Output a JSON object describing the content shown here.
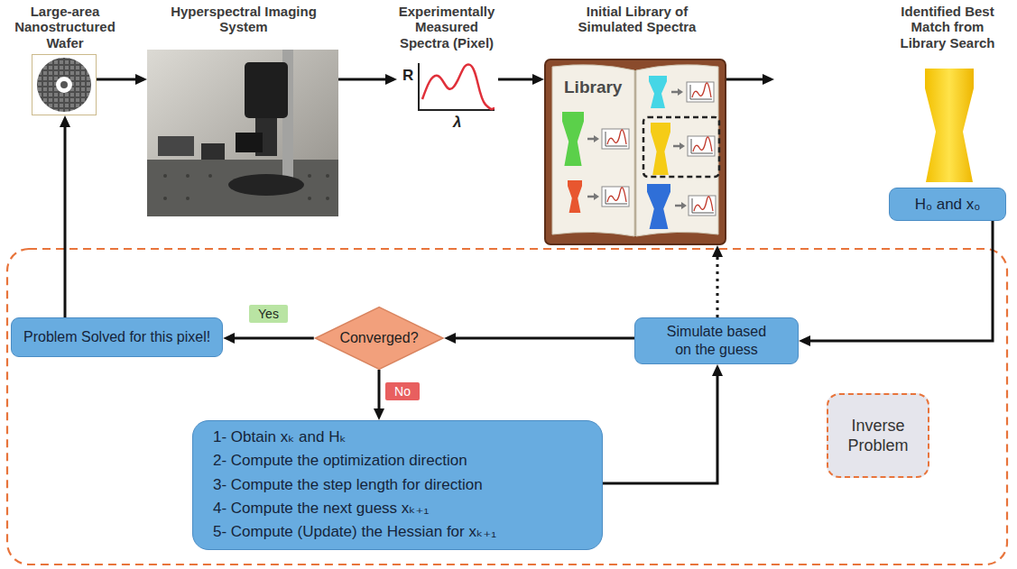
{
  "diagram": {
    "nodes": [
      {
        "text": [
          "Large-area Nanostructured Wafer"
        ]
      },
      {
        "text": [
          "Hyperspectral Imaging System"
        ]
      },
      {
        "text": [
          "Experimentally Measured Spectra (Pixel)",
          "R",
          "λ"
        ]
      },
      {
        "text": [
          "Initial Library of Simulated Spectra",
          "Library"
        ]
      },
      {
        "text": [
          "Identified Best Match from Library Search"
        ]
      },
      {
        "text": [
          "H₀ and x₀"
        ]
      },
      {
        "text": [
          "Simulate based on the guess"
        ]
      },
      {
        "text": [
          "Converged?"
        ]
      },
      {
        "text": [
          "Problem Solved for this pixel!"
        ]
      },
      {
        "text": [
          "1- Obtain xₖ and Hₖ",
          "2- Compute the optimization direction",
          "3- Compute the step length for direction",
          "4- Compute the next guess xₖ₊₁",
          "5- Compute (Update) the Hessian for xₖ₊₁"
        ]
      },
      {
        "text": [
          "Inverse Problem"
        ]
      }
    ],
    "edges": [
      {
        "from": 0,
        "to": 1,
        "arrow": "to"
      },
      {
        "from": 1,
        "to": 2,
        "arrow": "to"
      },
      {
        "from": 2,
        "to": 3,
        "arrow": "to"
      },
      {
        "from": 3,
        "to": 4,
        "arrow": "to"
      },
      {
        "from": 5,
        "to": 6,
        "arrow": "to"
      },
      {
        "from": 6,
        "to": 3,
        "arrow": "to"
      },
      {
        "from": 6,
        "to": 7,
        "arrow": "to"
      },
      {
        "from": 7,
        "to": 8,
        "label": "Yes",
        "arrow": "to"
      },
      {
        "from": 7,
        "to": 9,
        "label": "No",
        "arrow": "to"
      },
      {
        "from": 9,
        "to": 6,
        "arrow": "to"
      },
      {
        "from": 8,
        "to": 0,
        "arrow": "to"
      }
    ]
  }
}
